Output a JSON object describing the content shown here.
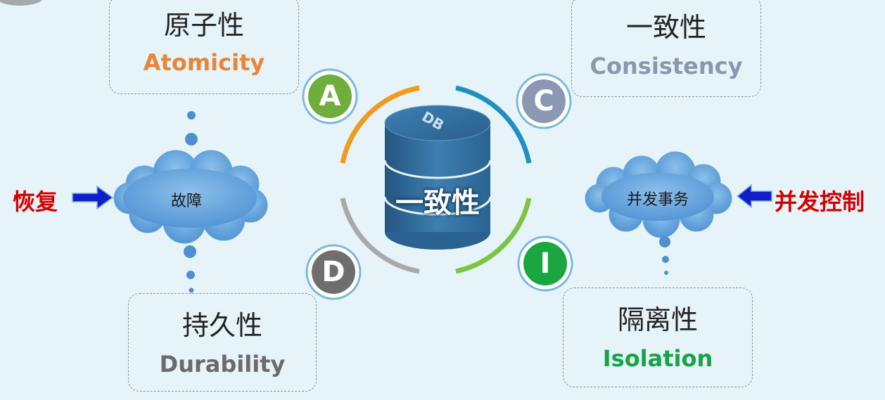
{
  "center": {
    "db_label": "DB",
    "main_text": "一致性"
  },
  "properties": {
    "atomicity": {
      "cn": "原子性",
      "en": "Atomicity",
      "letter": "A",
      "en_color": "#e8853a",
      "circle_color": "#6fae3d"
    },
    "consistency": {
      "cn": "一致性",
      "en": "Consistency",
      "letter": "C",
      "en_color": "#8a98ad",
      "circle_color": "#8a98b3"
    },
    "durability": {
      "cn": "持久性",
      "en": "Durability",
      "letter": "D",
      "en_color": "#6b6b6b",
      "circle_color": "#6e6e6e"
    },
    "isolation": {
      "cn": "隔离性",
      "en": "Isolation",
      "letter": "I",
      "en_color": "#16a34a",
      "circle_color": "#18a83f"
    }
  },
  "clouds": {
    "left": {
      "text": "故障"
    },
    "right": {
      "text": "并发事务"
    }
  },
  "side_labels": {
    "left": {
      "text": "恢复"
    },
    "right": {
      "text": "并发控制"
    }
  },
  "colors": {
    "background": "#e6f3f8",
    "cloud_fill": "#5c9fd8",
    "arrow": "#1020c8",
    "db_body": "#2f6d9e",
    "ring_orange": "#f29a1c",
    "ring_blue": "#1f8fc4",
    "ring_grey": "#a9a9a9",
    "ring_green": "#7cc443"
  }
}
